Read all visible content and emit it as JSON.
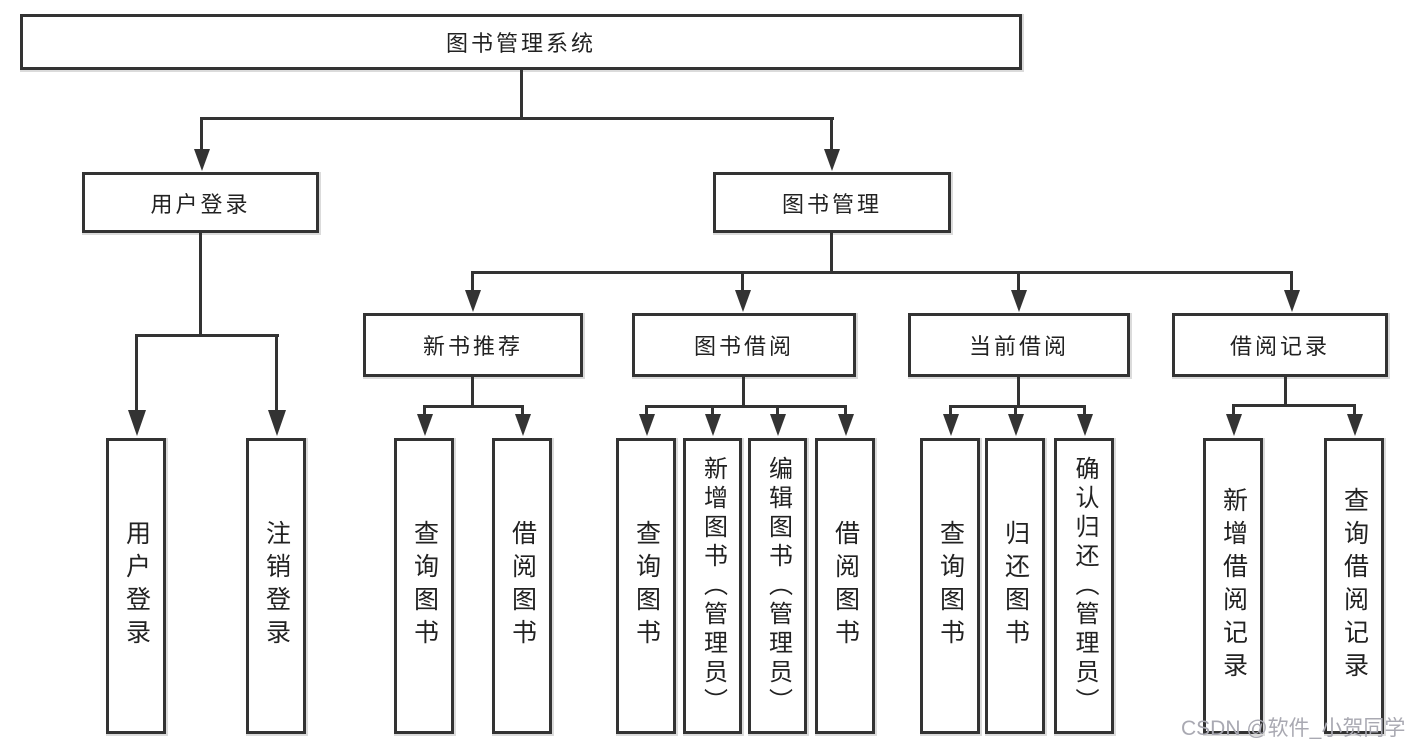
{
  "tree": {
    "label": "图书管理系统",
    "children": [
      {
        "label": "用户登录",
        "children": [
          {
            "label": "用户登录"
          },
          {
            "label": "注销登录"
          }
        ]
      },
      {
        "label": "图书管理",
        "children": [
          {
            "label": "新书推荐",
            "children": [
              {
                "label": "查询图书"
              },
              {
                "label": "借阅图书"
              }
            ]
          },
          {
            "label": "图书借阅",
            "children": [
              {
                "label": "查询图书"
              },
              {
                "label": "新增图书（管理员）"
              },
              {
                "label": "编辑图书（管理员）"
              },
              {
                "label": "借阅图书"
              }
            ]
          },
          {
            "label": "当前借阅",
            "children": [
              {
                "label": "查询图书"
              },
              {
                "label": "归还图书"
              },
              {
                "label": "确认归还（管理员）"
              }
            ]
          },
          {
            "label": "借阅记录",
            "children": [
              {
                "label": "新增借阅记录"
              },
              {
                "label": "查询借阅记录"
              }
            ]
          }
        ]
      }
    ]
  },
  "watermark": {
    "text": "CSDN @软件_小贺同学"
  },
  "colors": {
    "line": "#333333",
    "text": "#222222",
    "watermark": "#a9a9b2",
    "background": "#ffffff"
  }
}
